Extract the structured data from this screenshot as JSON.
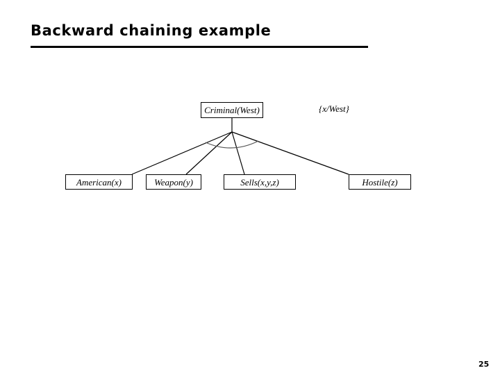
{
  "slide": {
    "title": "Backward chaining example",
    "number": "25"
  },
  "diagram": {
    "type": "and-or-proof-tree",
    "goal_node": {
      "label": "Criminal(West)",
      "substitution": "{x/West}"
    },
    "subgoals": [
      {
        "label": "American(x)"
      },
      {
        "label": "Weapon(y)"
      },
      {
        "label": "Sells(x,y,z)"
      },
      {
        "label": "Hostile(z)"
      }
    ],
    "connector": {
      "kind": "and-arc",
      "color": "#555555"
    },
    "edge_color": "#000000"
  }
}
